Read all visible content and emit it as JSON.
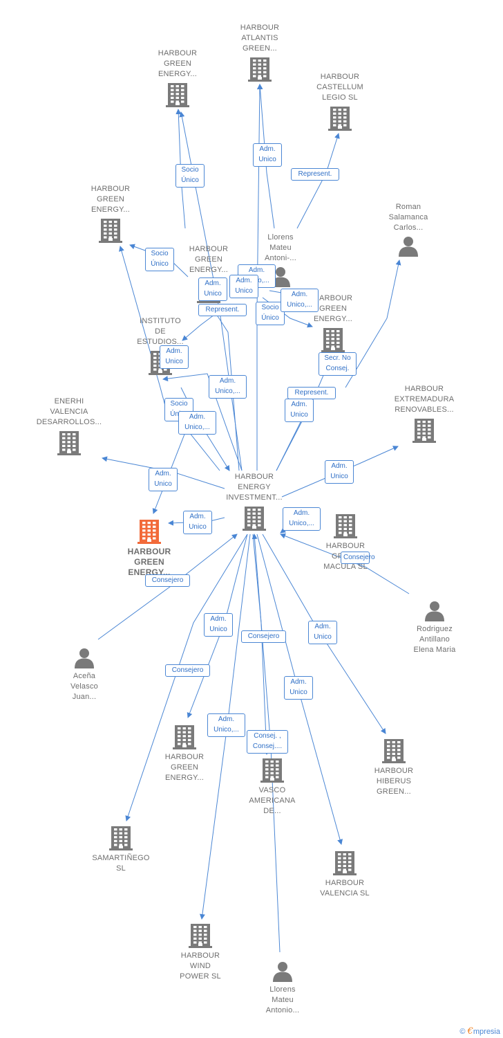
{
  "nodes": {
    "atlantis": {
      "type": "company",
      "label": "HARBOUR\nATLANTIS\nGREEN..."
    },
    "green_top": {
      "type": "company",
      "label": "HARBOUR\nGREEN\nENERGY..."
    },
    "castellum": {
      "type": "company",
      "label": "HARBOUR\nCASTELLUM\nLEGIO  SL"
    },
    "green_left": {
      "type": "company",
      "label": "HARBOUR\nGREEN\nENERGY..."
    },
    "roman": {
      "type": "person",
      "label": "Roman\nSalamanca\nCarlos..."
    },
    "llorens_top": {
      "type": "person",
      "label": "Llorens\nMateu\nAntoni-..."
    },
    "green_center": {
      "type": "company",
      "label": "HARBOUR\nGREEN\nENERGY..."
    },
    "green_right": {
      "type": "company",
      "label": "HARBOUR\nGREEN\nENERGY..."
    },
    "instituto": {
      "type": "company",
      "label": "INSTITUTO\nDE\nESTUDIOS..."
    },
    "enerhi": {
      "type": "company",
      "label": "ENERHI\nVALENCIA\nDESARROLLOS..."
    },
    "extremadura": {
      "type": "company",
      "label": "HARBOUR\nEXTREMADURA\nRENOVABLES..."
    },
    "hub": {
      "type": "company",
      "label": "HARBOUR\nENERGY\nINVESTMENT..."
    },
    "focus": {
      "type": "company",
      "label": "HARBOUR\nGREEN\nENERGY..."
    },
    "macula": {
      "type": "company",
      "label": "HARBOUR\nGREEN\nMACULA  SL"
    },
    "rodriguez": {
      "type": "person",
      "label": "Rodriguez\nAntillano\nElena Maria"
    },
    "acena": {
      "type": "person",
      "label": "Aceña\nVelasco\nJuan..."
    },
    "green_bottom": {
      "type": "company",
      "label": "HARBOUR\nGREEN\nENERGY..."
    },
    "vasco": {
      "type": "company",
      "label": "VASCO\nAMERICANA\nDE..."
    },
    "hiberus": {
      "type": "company",
      "label": "HARBOUR\nHIBERUS\nGREEN..."
    },
    "samartinego": {
      "type": "company",
      "label": "SAMARTIÑEGO\nSL"
    },
    "valencia": {
      "type": "company",
      "label": "HARBOUR\nVALENCIA  SL"
    },
    "wind": {
      "type": "company",
      "label": "HARBOUR\nWIND\nPOWER  SL"
    },
    "llorens_bottom": {
      "type": "person",
      "label": "Llorens\nMateu\nAntonio..."
    }
  },
  "edge_labels": [
    "Adm.\nUnico",
    "Represent.",
    "Socio\nÚnico",
    "Socio\nÚnico",
    "Adm.\nUnico,...",
    "Adm.\nUnico",
    "Adm.\nUnico",
    "Represent.",
    "Socio\nÚnico",
    "Adm.\nUnico,...",
    "Adm.\nUnico",
    "Secr.  No\nConsej.",
    "Adm.\nUnico,...",
    "Represent.",
    "Adm.\nUnico",
    "Socio\nÚnico",
    "Adm.\nUnico,...",
    "Adm.\nUnico",
    "Adm.\nUnico",
    "Adm.\nUnico",
    "Adm.\nUnico,...",
    "Consejero",
    "Consejero",
    "Adm.\nUnico",
    "Adm.\nUnico",
    "Consejero",
    "Consejero",
    "Adm.\nUnico",
    "Adm.\nUnico,...",
    "Consej. ,\nConsej...."
  ],
  "colors": {
    "company": "#7a7a7a",
    "focus": "#f26a3a",
    "person": "#7a7a7a",
    "edge": "#4a86d4"
  },
  "footer": {
    "copyright": "©",
    "brand_initial": "€",
    "brand_rest": "mpresia"
  }
}
